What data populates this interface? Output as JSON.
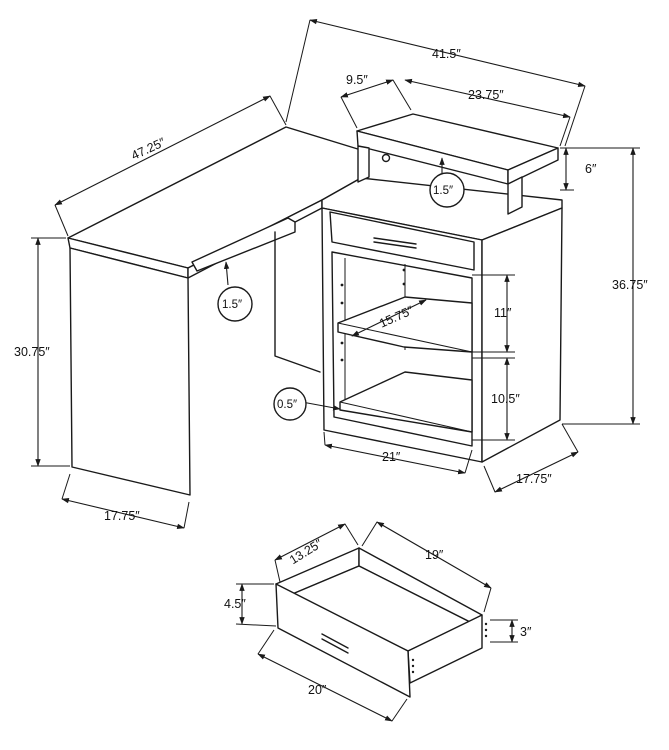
{
  "colors": {
    "line": "#1a1a1a",
    "background": "#ffffff"
  },
  "dimensions": {
    "top_width": "41.5″",
    "desk_length": "47.25″",
    "hutch_side": "9.5″",
    "hutch_width": "23.75″",
    "hutch_height": "6″",
    "hutch_clearance": "1.5″",
    "total_height": "36.75″",
    "desk_height": "30.75″",
    "keyboard_depth": "1.5″",
    "shelf_depth": "15.75″",
    "upper_shelf_height": "11″",
    "lower_shelf_height": "10.5″",
    "base_gap": "0.5″",
    "cabinet_width": "21″",
    "cabinet_depth": "17.75″",
    "desk_depth": "17.75″"
  },
  "drawer_dimensions": {
    "drawer_side": "13.25″",
    "drawer_depth": "19″",
    "drawer_height": "4.5″",
    "drawer_inner_height": "3″",
    "drawer_width": "20″"
  }
}
